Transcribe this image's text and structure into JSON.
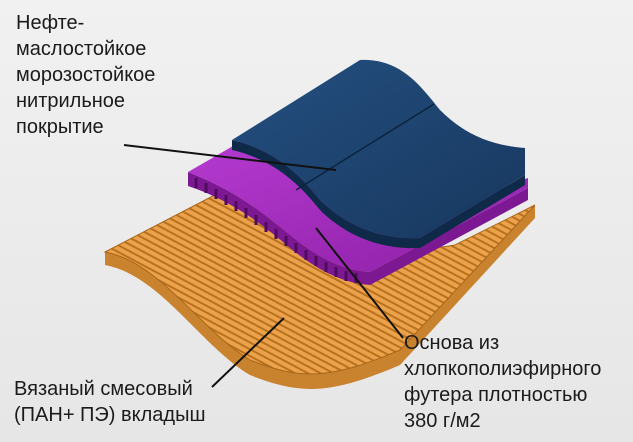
{
  "labels": {
    "coating": [
      "Нефте-",
      "маслостойкое",
      "морозостойкое",
      "нитрильное",
      "покрытие"
    ],
    "base": [
      "Основа из",
      "хлопкополиэфирного",
      "футера плотностью",
      "380 г/м2"
    ],
    "liner": [
      "Вязаный смесовый",
      "(ПАН+ ПЭ) вкладыш"
    ]
  },
  "colors": {
    "orange_layer": "#e8a046",
    "purple_layer": "#a52bc0",
    "blue_layer": "#1d4672",
    "leader_line": "#111111"
  }
}
